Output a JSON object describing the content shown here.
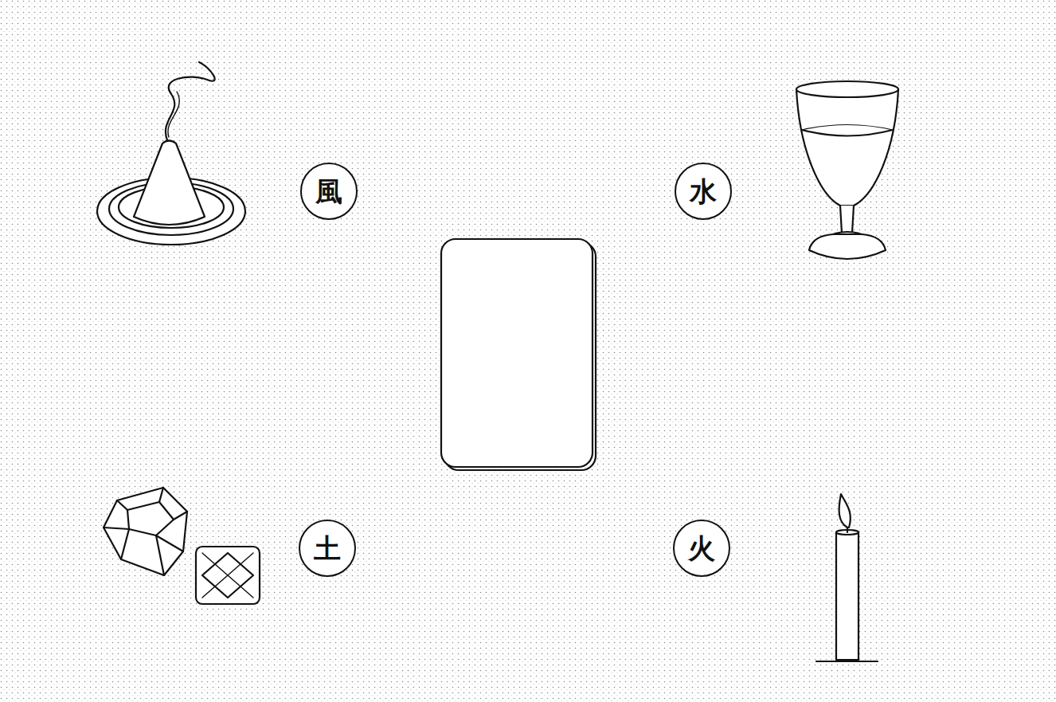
{
  "diagram": {
    "nodes": [
      {
        "text": [
          "風"
        ]
      },
      {
        "text": [
          "水"
        ]
      },
      {
        "text": [
          "土"
        ]
      },
      {
        "text": [
          "火"
        ]
      }
    ]
  }
}
